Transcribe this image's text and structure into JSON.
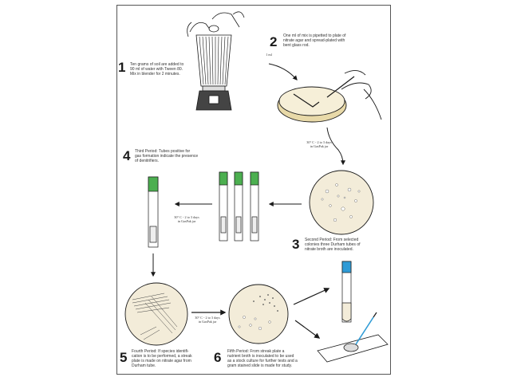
{
  "steps": [
    {
      "number": "1",
      "text": "Ten grams of soil are added to\n90 ml of water with Tween 80.\nMix in blender for 2 minutes."
    },
    {
      "number": "2",
      "text": "One ml of mix is pipetted to plate of\nnitrate agar and spread-plated with\nbent glass rod."
    },
    {
      "number": "3",
      "text": "Second Period: From selected\ncolonies three Durham tubes of\nnitrate broth are inoculated."
    },
    {
      "number": "4",
      "text": "Third Period: Tubes positive for\ngas formation indicate the presence\nof denitrifiers."
    },
    {
      "number": "5",
      "text": "Fourth Period: If species identifi-\ncation is to be performed, a streak\nplate is made on nitrate agar from\nDurham tube."
    },
    {
      "number": "6",
      "text": "Fifth Period: From streak plate a\nnutrient broth is inoculated to be used\nas a stock culture for further tests and a\ngram stained slide is made for study."
    }
  ],
  "labels": {
    "one_ml": "1 ml",
    "incubation_a": "30° C - 2 to 3 days\nin GasPak jar",
    "incubation_b": "30° C - 2 to 3 days\nin GasPak jar",
    "incubation_c": "30° C - 2 to 3 days\nin GasPak jar"
  },
  "colors": {
    "tube_cap_green": "#4caf50",
    "tube_cap_blue": "#2f9bd6",
    "agar_fill": "#f3ecd9",
    "line": "#1a1a1a"
  }
}
